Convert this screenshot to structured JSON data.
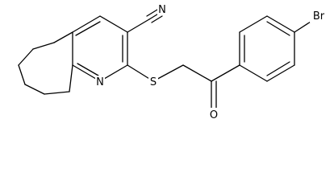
{
  "diagram": {
    "type": "chemical-structure",
    "atoms": {
      "nitrile_n": "N",
      "bromine": "Br",
      "sulfur": "S",
      "ring_n": "N",
      "carbonyl_o": "O"
    }
  }
}
